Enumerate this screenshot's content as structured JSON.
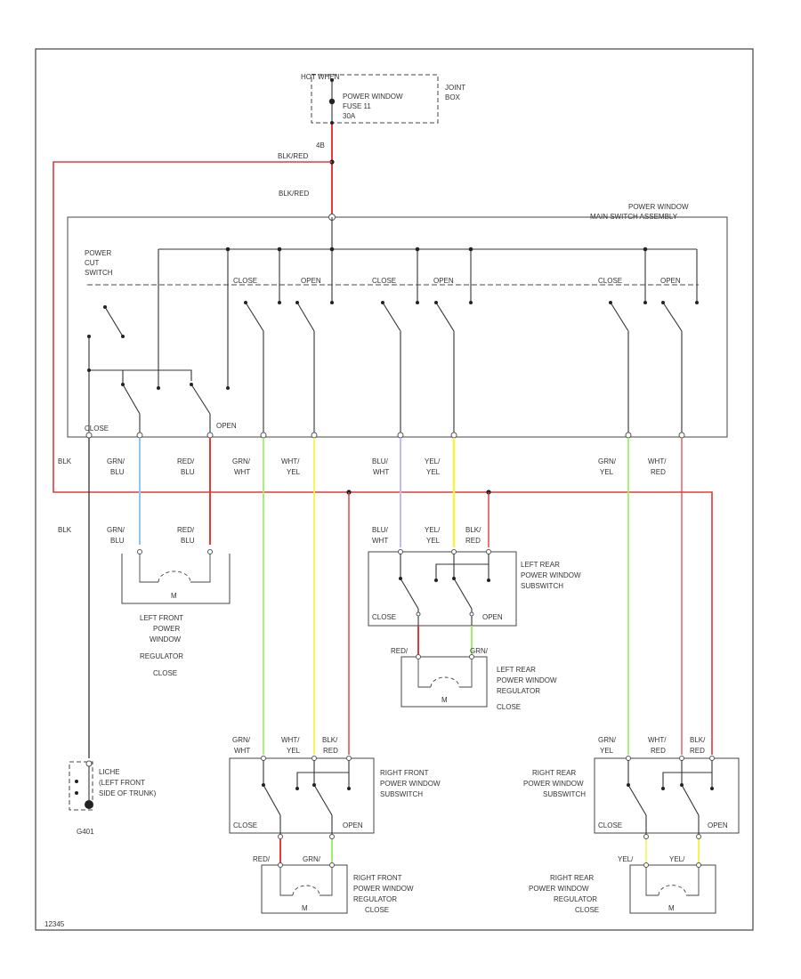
{
  "colors": {
    "red_wire": "#e23a3a",
    "blue_wire": "#8fc4ee",
    "green_wire": "#9ef06a",
    "yellow_wire": "#f4f44a",
    "violet_wire": "#c8b8f2",
    "black_wire": "#333333"
  },
  "fuse": {
    "hot": "HOT WHEN",
    "line1": "POWER WINDOW",
    "line2": "FUSE 11",
    "line3": "30A",
    "jb1": "JOINT",
    "jb2": "BOX",
    "pin": "4B"
  },
  "wires": {
    "blk_red_top": "BLK/RED",
    "blk_red_mid": "BLK/RED",
    "blk1": "BLK",
    "blk2": "BLK",
    "grn_blu_1": "GRN/",
    "grn_blu_2": "BLU",
    "red_blu_1": "RED/",
    "red_blu_2": "BLU",
    "grn_wht_1": "GRN/",
    "grn_wht_2": "WHT",
    "wht_yel_1": "WHT/",
    "wht_yel_2": "YEL",
    "blu_wht_1": "BLU/",
    "blu_wht_2": "WHT",
    "yel_yel_1": "YEL/",
    "yel_yel_2": "YEL",
    "grn_yel_1": "GRN/",
    "grn_yel_2": "YEL",
    "wht_red_1": "WHT/",
    "wht_red_2": "RED"
  },
  "main_switch": {
    "title1": "POWER WINDOW",
    "title2": "MAIN SWITCH ASSEMBLY",
    "cut1": "POWER",
    "cut2": "CUT",
    "cut3": "SWITCH",
    "close": "CLOSE",
    "open": "OPEN",
    "sub_close_1": "CLOSE",
    "sub_open_1": "OPEN",
    "sub_close_2": "CLOSE",
    "sub_open_2": "OPEN",
    "sub_close_3": "CLOSE",
    "sub_open_3": "OPEN"
  },
  "lf": {
    "w1a": "GRN/",
    "w1b": "BLU",
    "w2a": "RED/",
    "w2b": "BLU",
    "m": "M",
    "label1": "LEFT FRONT",
    "label2": "POWER",
    "label3": "WINDOW",
    "label4": "REGULATOR",
    "label5": "CLOSE"
  },
  "lr_sub": {
    "w1a": "BLU/",
    "w1b": "WHT",
    "w2a": "YEL/",
    "w2b": "YEL",
    "w3a": "BLK/",
    "w3b": "RED",
    "label1": "LEFT REAR",
    "label2": "POWER WINDOW",
    "label3": "SUBSWITCH",
    "close": "CLOSE",
    "open": "OPEN"
  },
  "lr_reg": {
    "w1": "RED/",
    "w2": "GRN/",
    "m": "M",
    "label1": "LEFT REAR",
    "label2": "POWER WINDOW",
    "label3": "REGULATOR",
    "label4": "CLOSE"
  },
  "rf_sub": {
    "w1a": "GRN/",
    "w1b": "WHT",
    "w2a": "WHT/",
    "w2b": "YEL",
    "w3a": "BLK/",
    "w3b": "RED",
    "label1": "RIGHT FRONT",
    "label2": "POWER WINDOW",
    "label3": "SUBSWITCH",
    "close": "CLOSE",
    "open": "OPEN"
  },
  "rf_reg": {
    "w1": "RED/",
    "w2": "GRN/",
    "m": "M",
    "label1": "RIGHT FRONT",
    "label2": "POWER WINDOW",
    "label3": "REGULATOR",
    "label4": "CLOSE"
  },
  "rr_sub": {
    "w1a": "GRN/",
    "w1b": "YEL",
    "w2a": "WHT/",
    "w2b": "RED",
    "w3a": "BLK/",
    "w3b": "RED",
    "label1": "RIGHT REAR",
    "label2": "POWER WINDOW",
    "label3": "SUBSWITCH",
    "close": "CLOSE",
    "open": "OPEN"
  },
  "rr_reg": {
    "w1": "YEL/",
    "w2": "YEL/",
    "m": "M",
    "label1": "RIGHT REAR",
    "label2": "POWER WINDOW",
    "label3": "REGULATOR",
    "label4": "CLOSE"
  },
  "ground": {
    "line1": "LICHE",
    "line2": "(LEFT FRONT",
    "line3": "SIDE OF TRUNK)",
    "id": "G401"
  },
  "footer_code": "12345"
}
